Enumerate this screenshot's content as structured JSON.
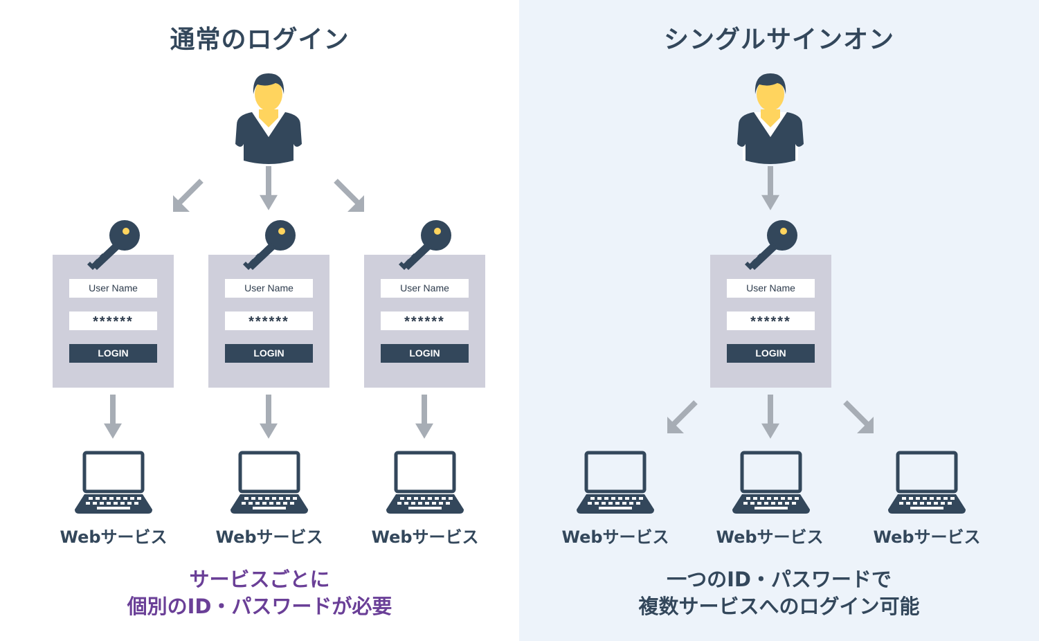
{
  "left_panel": {
    "title": "通常のログイン",
    "login_form": {
      "username_placeholder": "User Name",
      "password_mask": "******",
      "login_label": "LOGIN"
    },
    "web_service_label": "Webサービス",
    "caption_line1": "サービスごとに",
    "caption_line2": "個別のID・パスワードが必要"
  },
  "right_panel": {
    "title": "シングルサインオン",
    "login_form": {
      "username_placeholder": "User Name",
      "password_mask": "******",
      "login_label": "LOGIN"
    },
    "web_service_label": "Webサービス",
    "caption_line1": "一つのID・パスワードで",
    "caption_line2": "複数サービスへのログイン可能"
  },
  "colors": {
    "navy": "#33475b",
    "card": "#cfcfdb",
    "arrow": "#a7adb5",
    "skin": "#ffd45e",
    "key_dot": "#ffd45e",
    "caption_left": "#6a3f97",
    "right_bg": "#edf3fa"
  },
  "icons": [
    "user-icon",
    "key-icon",
    "laptop-icon",
    "arrow-icon"
  ]
}
